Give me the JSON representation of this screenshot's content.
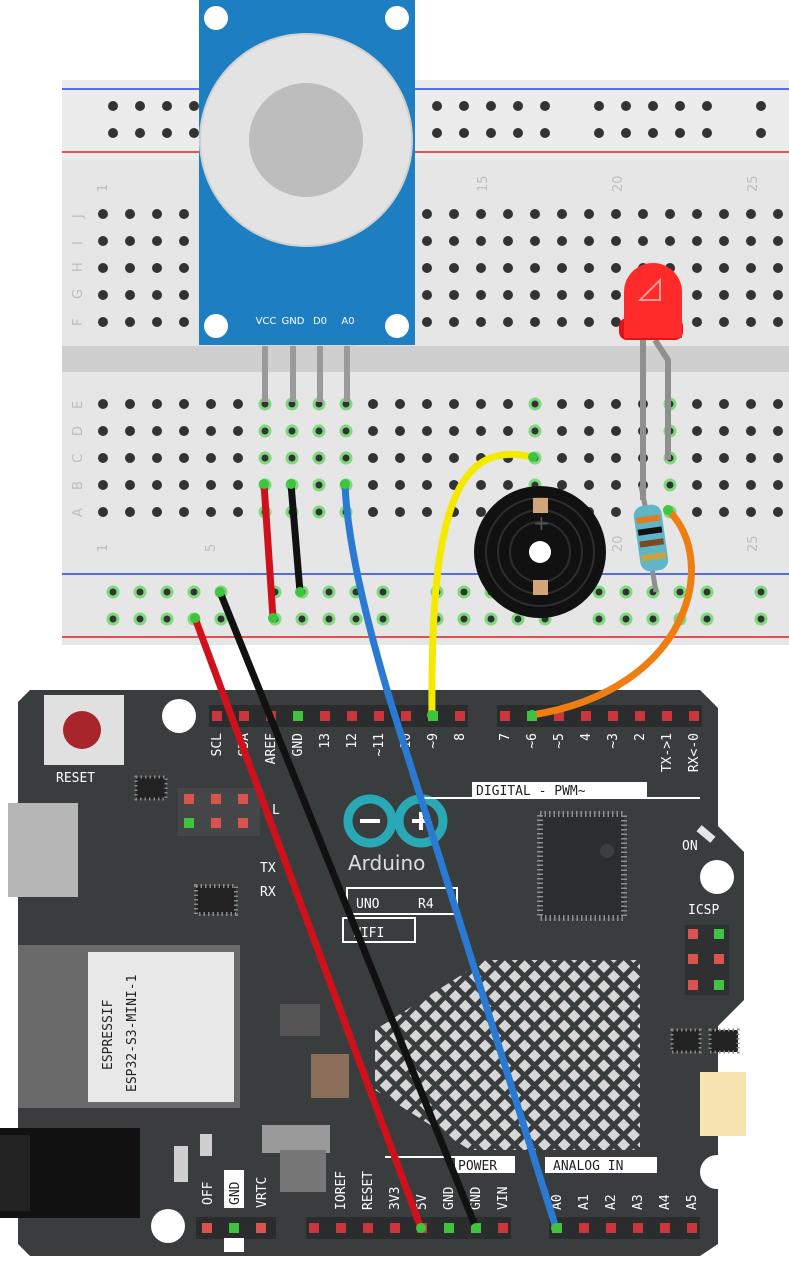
{
  "colors": {
    "board": "#3a3d3e",
    "breadboard": "#e6e6e6",
    "sensor": "#1e7ec2",
    "wire_red": "#d0111b",
    "wire_black": "#111111",
    "wire_blue": "#2a7ad4",
    "wire_yellow": "#f4ea00",
    "wire_orange": "#ee7d12",
    "led": "#ff1a1a"
  },
  "breadboard": {
    "col_labels": [
      "1",
      "5",
      "15",
      "20",
      "25"
    ],
    "row_labels_top": [
      "J",
      "I",
      "H",
      "G",
      "F"
    ],
    "row_labels_bottom": [
      "E",
      "D",
      "C",
      "B",
      "A"
    ]
  },
  "sensor": {
    "pins": [
      "VCC",
      "GND",
      "D0",
      "A0"
    ]
  },
  "board": {
    "reset_label": "RESET",
    "digital_header": [
      "SCL",
      "SDA",
      "AREF",
      "GND",
      "13",
      "12",
      "~11",
      "~10",
      "~9",
      "8",
      "7",
      "~6",
      "~5",
      "4",
      "~3",
      "2",
      "TX->1",
      "RX<-0"
    ],
    "digital_pwm_label": "DIGITAL - PWM~",
    "arduino_label": "Arduino",
    "uno_label": "UNO",
    "r4_label": "R4",
    "wifi_label": "WIFI",
    "on_label": "ON",
    "icsp_label": "ICSP",
    "l_label": "L",
    "tx_label": "TX",
    "rx_label": "RX",
    "espressif_label": "ESPRESSIF",
    "esp_module_label": "ESP32-S3-MINI-1",
    "power_label": "POWER",
    "analog_label": "ANALOG IN",
    "power_header": [
      "IOREF",
      "RESET",
      "3V3",
      "5V",
      "GND",
      "GND",
      "VIN"
    ],
    "analog_header": [
      "A0",
      "A1",
      "A2",
      "A3",
      "A4",
      "A5"
    ],
    "off_label": "OFF",
    "gnd_label": "GND",
    "vrtc_label": "VRTC"
  }
}
